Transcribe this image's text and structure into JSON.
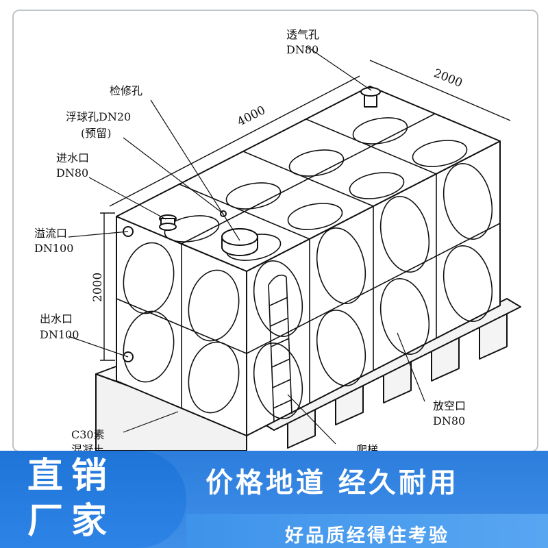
{
  "labels": {
    "vent": "透气孔",
    "vent_size": "DN80",
    "inspect": "检修孔",
    "float": "浮球孔DN20",
    "float_note": "(预留)",
    "inlet": "进水口",
    "inlet_size": "DN80",
    "overflow": "溢流口",
    "overflow_size": "DN100",
    "outlet": "出水口",
    "outlet_size": "DN100",
    "drain": "放空口",
    "drain_size": "DN80",
    "base": "C30素",
    "base2": "混凝土",
    "ladder": "爬梯"
  },
  "dimensions": {
    "length": "4000",
    "width": "2000",
    "height": "2000"
  },
  "banner": {
    "left_line1": "直销",
    "left_line2": "厂家",
    "slogan": "价格地道  经久耐用",
    "subtitle": "好品质经得住考验"
  },
  "colors": {
    "banner_blue": "#2d7ddd",
    "banner_dark": "#1f74d8",
    "line": "#111111"
  }
}
